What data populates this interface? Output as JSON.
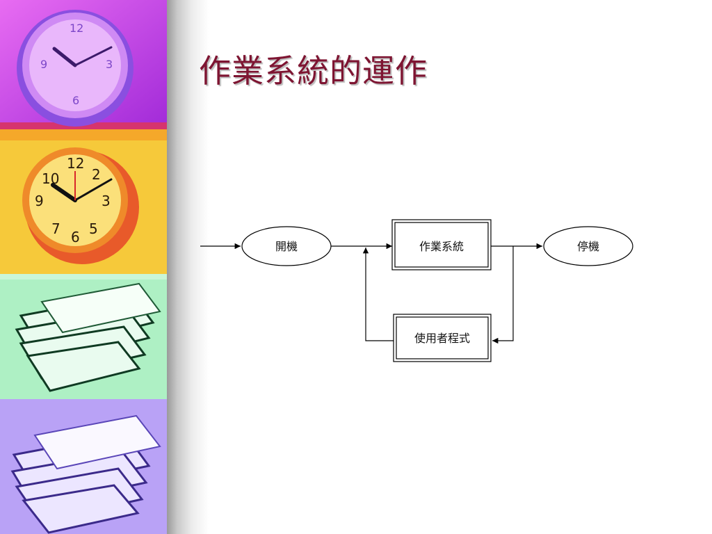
{
  "slide": {
    "title": "作業系統的運作"
  },
  "sidebar": {
    "images": [
      {
        "icon": "clock-icon",
        "tint": "#c84ee8"
      },
      {
        "icon": "clock-icon",
        "tint": "#f7b52c"
      },
      {
        "icon": "paper-stack-icon",
        "tint": "#8ee6a8"
      },
      {
        "icon": "paper-stack-icon",
        "tint": "#a98cf0"
      }
    ]
  },
  "diagram": {
    "nodes": {
      "boot": {
        "label": "開機",
        "shape": "ellipse"
      },
      "os": {
        "label": "作業系統",
        "shape": "double-rectangle"
      },
      "shutdown": {
        "label": "停機",
        "shape": "ellipse"
      },
      "user_program": {
        "label": "使用者程式",
        "shape": "double-rectangle"
      }
    },
    "edges": [
      {
        "from": "entry",
        "to": "boot"
      },
      {
        "from": "boot",
        "to": "os"
      },
      {
        "from": "os",
        "to": "shutdown"
      },
      {
        "from": "os",
        "to": "user_program"
      },
      {
        "from": "user_program",
        "to": "os"
      }
    ]
  }
}
